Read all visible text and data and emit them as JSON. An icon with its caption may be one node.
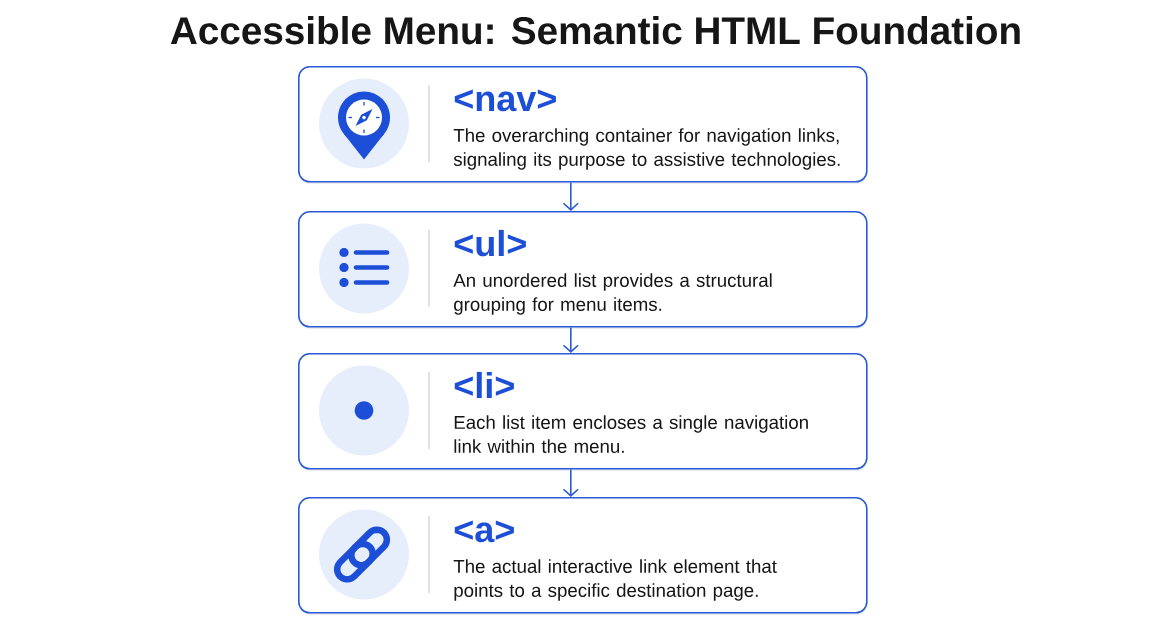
{
  "diagram": {
    "title": "Accessible Menu: Semantic HTML Foundation",
    "nodes": [
      {
        "text": [
          "<nav>",
          "The overarching container for navigation links, signaling its purpose to assistive technologies."
        ]
      },
      {
        "text": [
          "<ul>",
          "An unordered list provides a structural grouping for menu items."
        ]
      },
      {
        "text": [
          "<li>",
          "Each list item encloses a single navigation link within the menu."
        ]
      },
      {
        "text": [
          "<a>",
          "The actual interactive link element that points to a specific destination page."
        ]
      }
    ],
    "edges": [
      {
        "from": 0,
        "to": 1,
        "arrow": "to"
      },
      {
        "from": 1,
        "to": 2,
        "arrow": "to"
      },
      {
        "from": 2,
        "to": 3,
        "arrow": "to"
      }
    ]
  }
}
